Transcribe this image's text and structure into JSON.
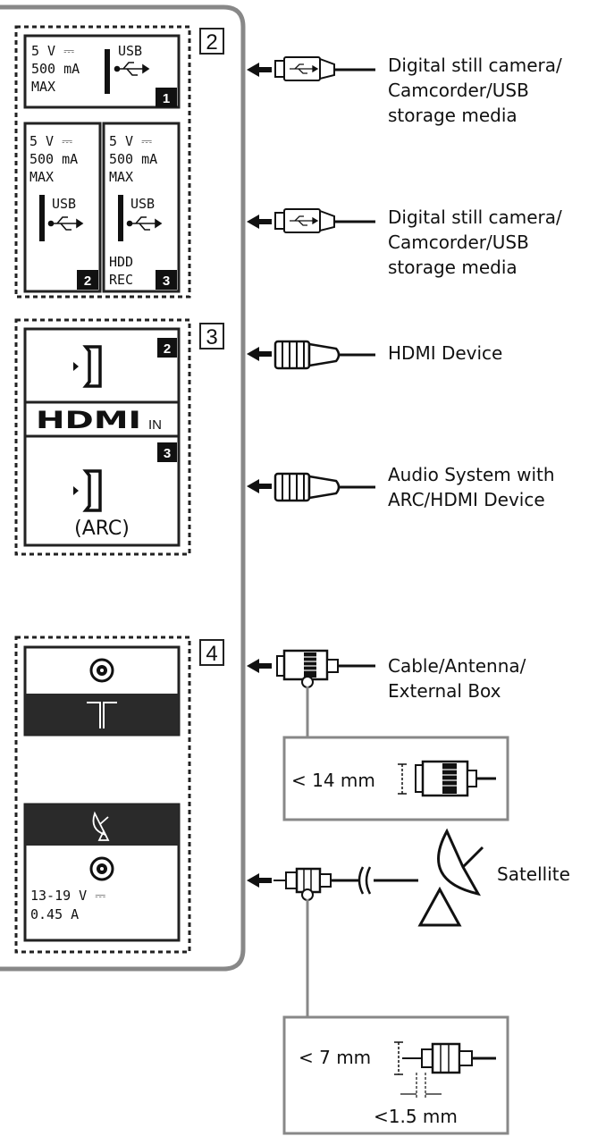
{
  "sections": [
    {
      "number": "2"
    },
    {
      "number": "3"
    },
    {
      "number": "4"
    }
  ],
  "usb_ports": [
    {
      "badge": "1",
      "rating": [
        "5 V ⎓",
        "500 mA",
        "MAX"
      ],
      "label": "USB"
    },
    {
      "badge": "2",
      "rating": [
        "5 V ⎓",
        "500 mA",
        "MAX"
      ],
      "label": "USB"
    },
    {
      "badge": "3",
      "rating": [
        "5 V ⎓",
        "500 mA",
        "MAX"
      ],
      "label": "USB",
      "extra": [
        "HDD",
        "REC"
      ]
    }
  ],
  "hdmi": {
    "logo": "HDMI",
    "in_label": "IN",
    "ports": [
      {
        "badge": "2"
      },
      {
        "badge": "3",
        "sub_label": "(ARC)"
      }
    ]
  },
  "antenna": {
    "sat_rating": [
      "13-19 V ⎓",
      "0.45 A"
    ]
  },
  "devices": [
    {
      "lines": [
        "Digital still camera/",
        "Camcorder/USB",
        "storage media"
      ]
    },
    {
      "lines": [
        "Digital still camera/",
        "Camcorder/USB",
        "storage media"
      ]
    },
    {
      "lines": [
        "HDMI Device"
      ]
    },
    {
      "lines": [
        "Audio System with",
        "ARC/HDMI Device"
      ]
    },
    {
      "lines": [
        "Cable/Antenna/",
        "External Box"
      ]
    },
    {
      "lines": [
        "Satellite"
      ]
    }
  ],
  "dimensions": {
    "coax_length": "< 14 mm",
    "sat_length": "< 7 mm",
    "sat_pin": "<1.5 mm"
  }
}
